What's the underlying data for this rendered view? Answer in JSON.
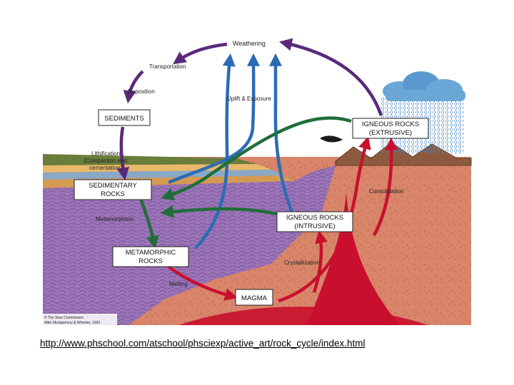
{
  "diagram": {
    "process_labels": {
      "weathering": "Weathering",
      "transportation": "Transportation",
      "deposition": "Deposition",
      "uplift": "Uplift & Exposure",
      "lithification_1": "Lithification",
      "lithification_2": "(Compaction and",
      "lithification_3": "cementation)",
      "metamorphism": "Metamorphism",
      "consolidation": "Consolidation",
      "crystallization": "Crystallization",
      "melting": "Melting"
    },
    "boxes": {
      "sediments": "SEDIMENTS",
      "sedimentary_1": "SEDIMENTARY",
      "sedimentary_2": "ROCKS",
      "metamorphic_1": "METAMORPHIC",
      "metamorphic_2": "ROCKS",
      "igneous_intrusive_1": "IGNEOUS ROCKS",
      "igneous_intrusive_2": "(INTRUSIVE)",
      "igneous_extrusive_1": "IGNEOUS ROCKS",
      "igneous_extrusive_2": "(EXTRUSIVE)",
      "magma": "MAGMA"
    },
    "credit": {
      "line1": "© The Slow Commission",
      "line2": "After Montgomery & Wheeler, 1992"
    },
    "colors": {
      "sedimentary_flow": "#5a2a7a",
      "uplift_flow": "#2b6cb5",
      "metamorphism_flow": "#1f6e3a",
      "magma_flow": "#c8102e",
      "crust": "#d9856a",
      "metamorphic_rock": "#9b74b7",
      "sky_cloud": "#6aa7d6"
    }
  },
  "source_url": "http://www.phschool.com/atschool/phsciexp/active_art/rock_cycle/index.html"
}
